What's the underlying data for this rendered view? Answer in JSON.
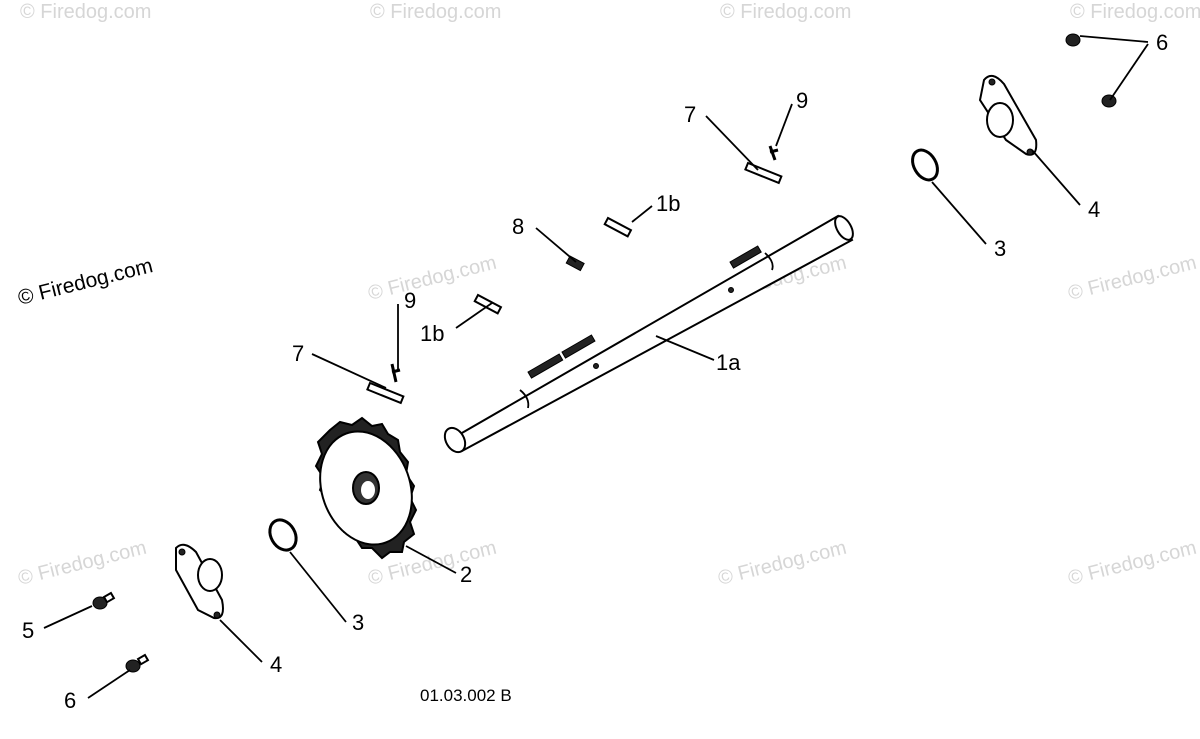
{
  "watermark": "© Firedog.com",
  "drawing_code": "01.03.002 B",
  "callouts": {
    "c6_top": "6",
    "c4_right": "4",
    "c3_right": "3",
    "c9_top": "9",
    "c7_top": "7",
    "c1b_top": "1b",
    "c8": "8",
    "c1a": "1a",
    "c9_left": "9",
    "c1b_left": "1b",
    "c7_left": "7",
    "c2": "2",
    "c3_left": "3",
    "c5": "5",
    "c4_left": "4",
    "c6_left": "6"
  }
}
